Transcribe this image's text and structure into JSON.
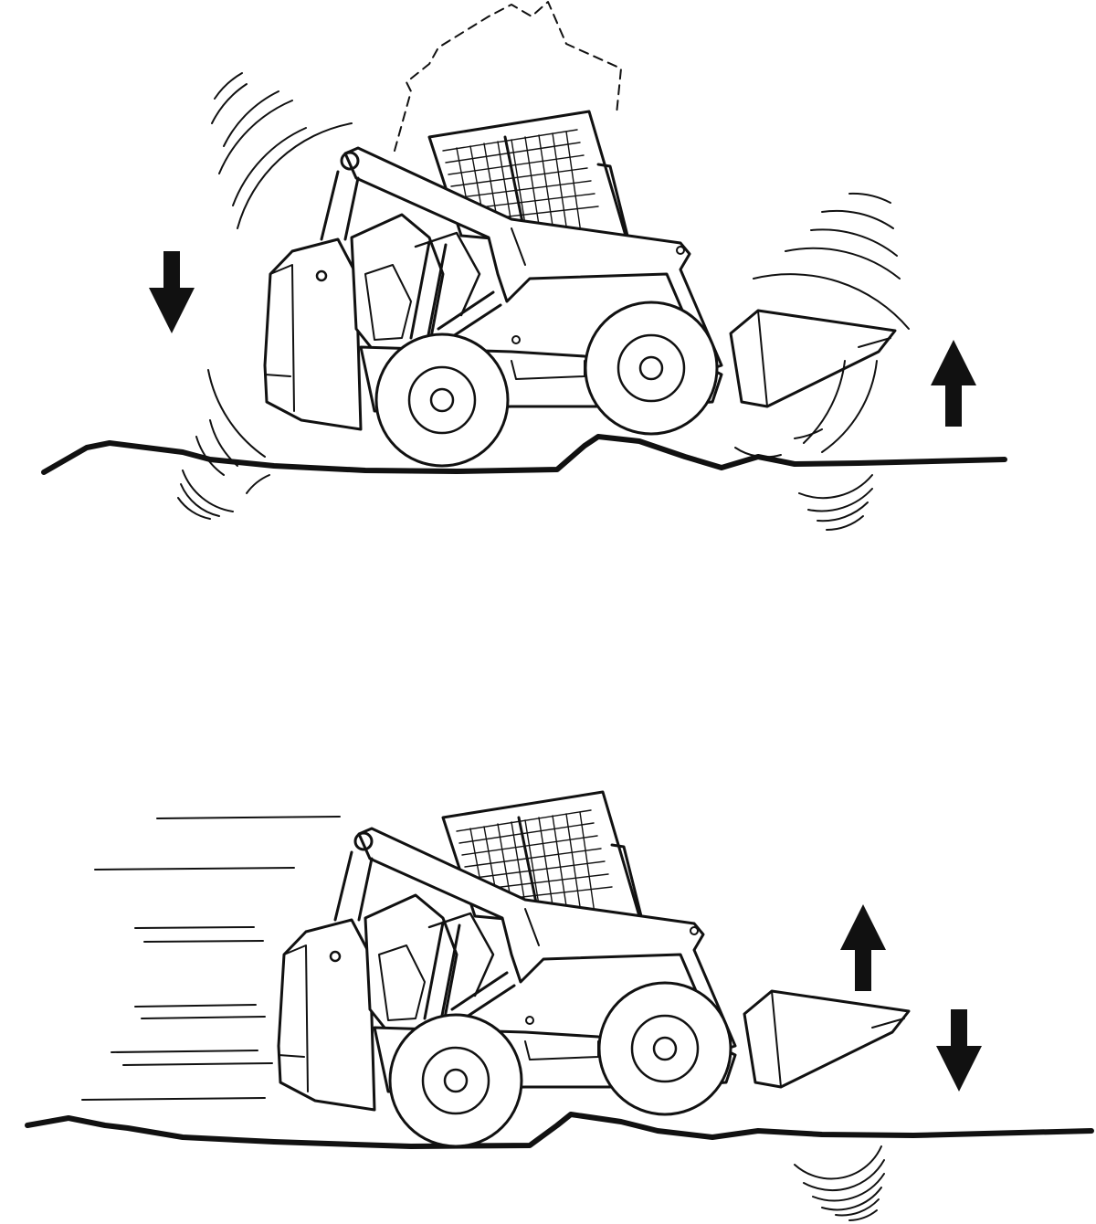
{
  "figure": {
    "panels": [
      {
        "id": "panel-top",
        "caption": "",
        "ground": "uneven",
        "motion": "bouncing",
        "rear_arrow": "down",
        "front_arrow": "up",
        "tipping_outline": true,
        "rear_vibration": true,
        "front_vibration": true,
        "speed_lines": false
      },
      {
        "id": "panel-bottom",
        "caption": "",
        "ground": "uneven",
        "motion": "driving-fast",
        "rear_arrow": "none",
        "front_arrow": "up-down",
        "tipping_outline": false,
        "rear_vibration": false,
        "front_vibration": true,
        "speed_lines": true
      }
    ],
    "colors": {
      "ink": "#111111",
      "background": "#ffffff"
    },
    "icons": [
      "down-arrow-icon",
      "up-arrow-icon",
      "vibration-lines-icon",
      "speed-lines-icon"
    ]
  }
}
